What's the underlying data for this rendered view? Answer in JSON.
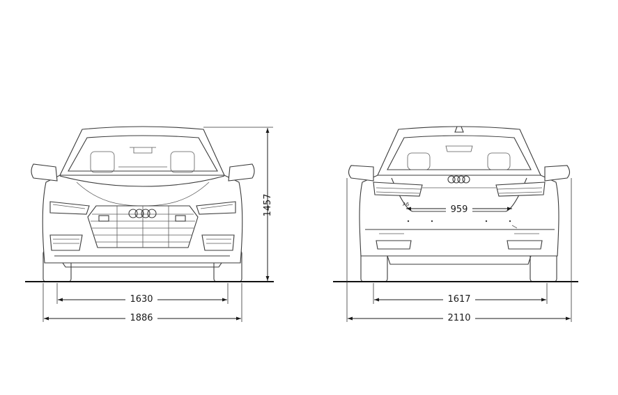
{
  "diagram": {
    "colors": {
      "line": "#3a3a3a",
      "dimension": "#1a1a1a",
      "background": "#ffffff"
    },
    "front_view": {
      "track_label": "1630",
      "width_label": "1886",
      "height_label": "1457"
    },
    "rear_view": {
      "trunk_label": "959",
      "track_label": "1617",
      "width_mirrors_label": "2110",
      "badge": "A6"
    }
  }
}
